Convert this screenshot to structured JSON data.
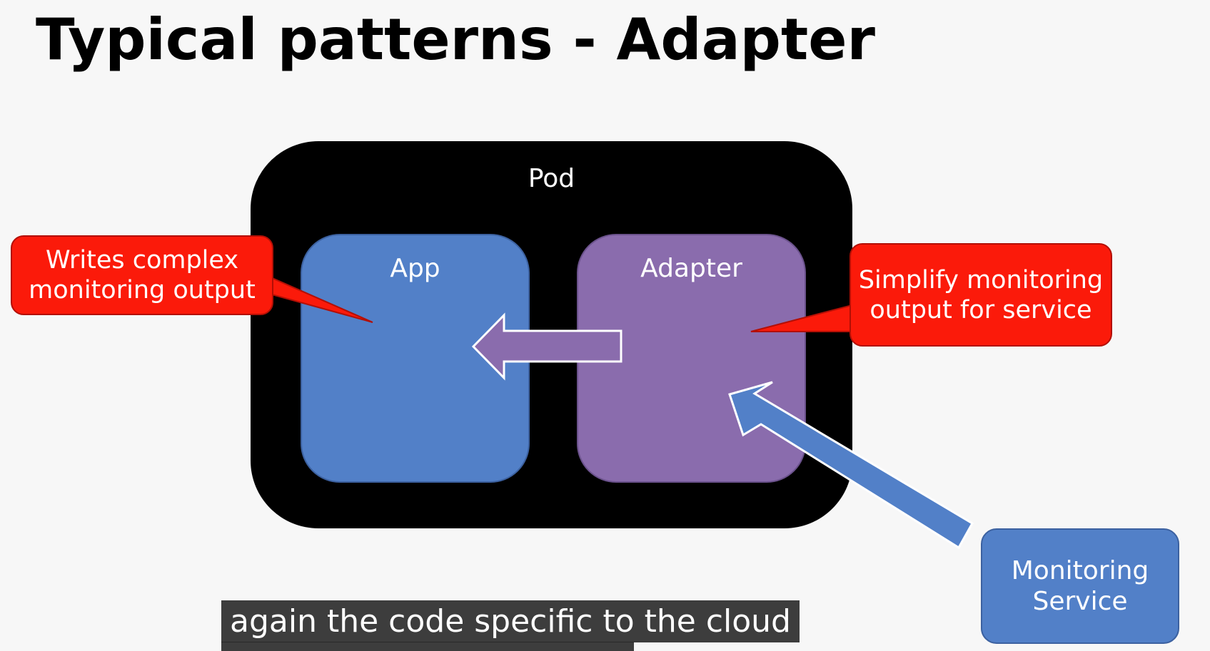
{
  "slide": {
    "title": "Typical patterns - Adapter"
  },
  "diagram": {
    "pod_label": "Pod",
    "app_label": "App",
    "adapter_label": "Adapter",
    "callout_left": {
      "line1": "Writes complex",
      "line2": "monitoring output"
    },
    "callout_right": {
      "line1": "Simplify monitoring",
      "line2": "output for service"
    },
    "monitoring_service": {
      "line1": "Monitoring",
      "line2": "Service"
    }
  },
  "caption": {
    "text": "again the code specific to the cloud"
  },
  "colors": {
    "background": "#f7f7f7",
    "pod": "#000000",
    "app": "#5280c8",
    "adapter": "#8a6cad",
    "callout": "#fb1a0a",
    "monitoring": "#5280c8"
  }
}
